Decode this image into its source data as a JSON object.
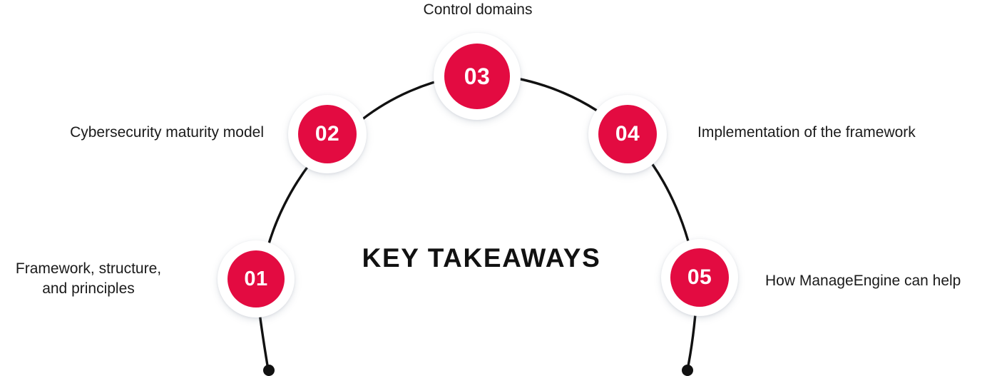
{
  "title": "KEY TAKEAWAYS",
  "theme": {
    "accent_red": "#E30B41",
    "ring_white": "#FFFFFF",
    "line_black": "#111111",
    "text_black": "#1A1A1A",
    "background": "#FFFFFF"
  },
  "chart_data": {
    "type": "diagram",
    "title": "KEY TAKEAWAYS",
    "layout": "semi-circular arc, 5 numbered nodes, open ends terminated with dots",
    "steps": [
      {
        "number": "01",
        "label": "Framework, structure,\nand principles"
      },
      {
        "number": "02",
        "label": "Cybersecurity maturity model"
      },
      {
        "number": "03",
        "label": "Control domains"
      },
      {
        "number": "04",
        "label": "Implementation of the framework"
      },
      {
        "number": "05",
        "label": "How ManageEngine can help"
      }
    ]
  },
  "steps": [
    {
      "number": "01",
      "label": "Framework, structure,\nand principles"
    },
    {
      "number": "02",
      "label": "Cybersecurity maturity model"
    },
    {
      "number": "03",
      "label": "Control domains"
    },
    {
      "number": "04",
      "label": "Implementation of the framework"
    },
    {
      "number": "05",
      "label": "How ManageEngine can help"
    }
  ]
}
